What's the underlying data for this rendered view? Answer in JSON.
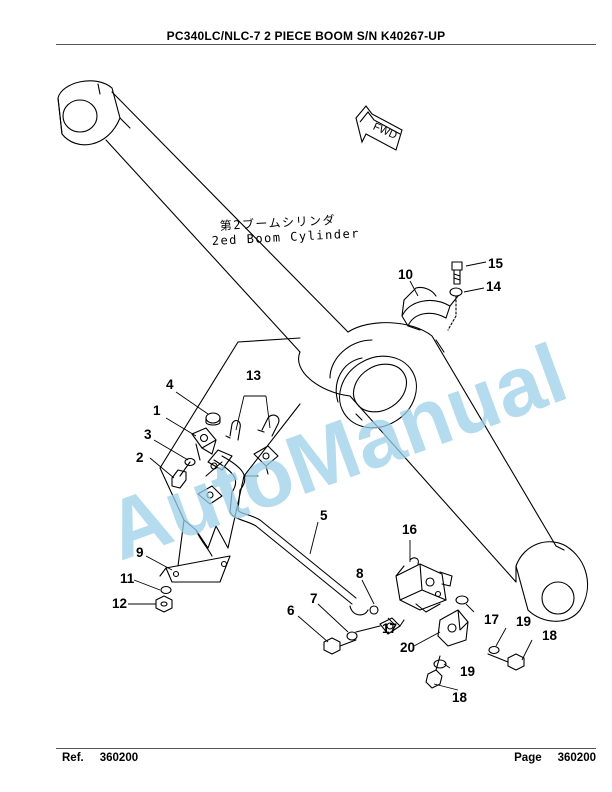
{
  "header": {
    "title": "PC340LC/NLC-7 2 PIECE BOOM  S/N K40267-UP"
  },
  "watermark": {
    "text": "AutoManual",
    "color": "#9cd0e9"
  },
  "diagram": {
    "fwd_label": "FWD",
    "cylinder_label_jp": "第2ブームシリンダ",
    "cylinder_label_en": "2ed Boom Cylinder",
    "callouts": [
      "10",
      "15",
      "14",
      "4",
      "13",
      "1",
      "3",
      "2",
      "5",
      "16",
      "9",
      "8",
      "11",
      "12",
      "6",
      "7",
      "17",
      "17",
      "19",
      "18",
      "20",
      "19",
      "18"
    ]
  },
  "footer": {
    "ref_label": "Ref.",
    "ref_value": "360200",
    "page_label": "Page",
    "page_value": "360200"
  }
}
